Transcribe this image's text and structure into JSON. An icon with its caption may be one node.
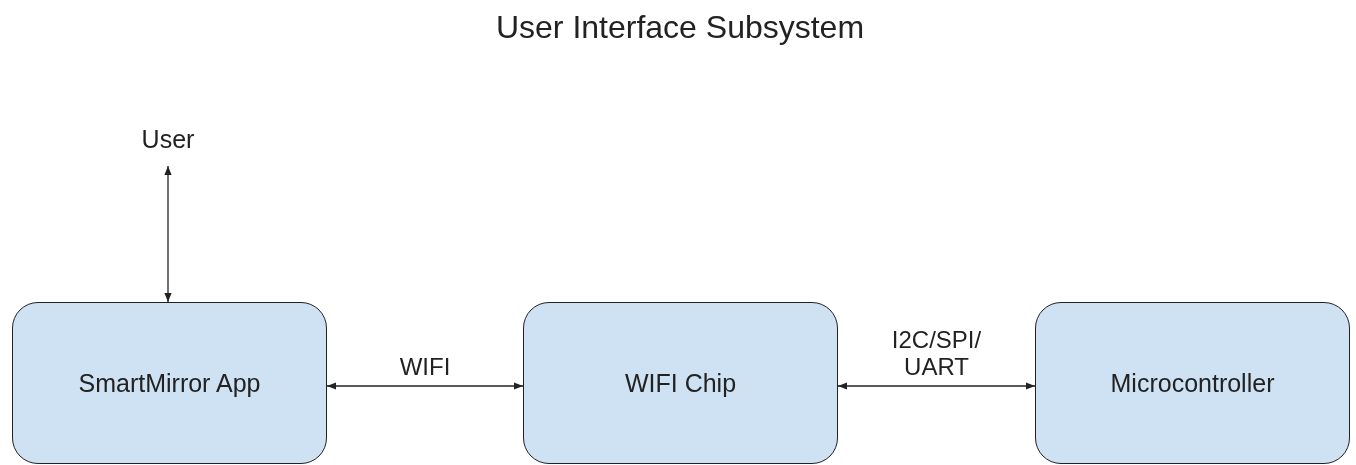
{
  "diagram": {
    "title": "User Interface Subsystem",
    "nodes": [
      {
        "text": [
          "User"
        ]
      },
      {
        "text": [
          "SmartMirror App"
        ]
      },
      {
        "text": [
          "WIFI Chip"
        ]
      },
      {
        "text": [
          "Microcontroller"
        ]
      }
    ],
    "edges": [
      {
        "from": 0,
        "to": 1,
        "arrow": "both"
      },
      {
        "from": 1,
        "to": 2,
        "arrow": "both",
        "label": "WIFI"
      },
      {
        "from": 2,
        "to": 3,
        "arrow": "both",
        "label": "I2C/SPI/ UART"
      }
    ]
  }
}
